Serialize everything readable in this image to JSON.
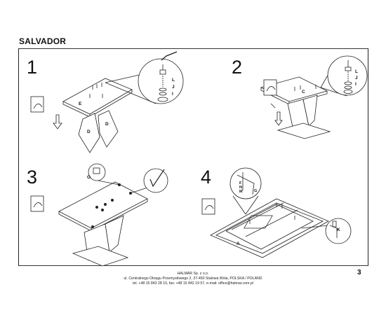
{
  "title": "SALVADOR",
  "steps": [
    {
      "number": "1",
      "labels": {
        "E": "E",
        "D1": "D",
        "D2": "D",
        "L": "L",
        "J": "J",
        "I": "I"
      }
    },
    {
      "number": "2",
      "labels": {
        "C": "C",
        "L": "L",
        "J": "J",
        "I": "I"
      }
    },
    {
      "number": "3",
      "labels": {
        "O": "O"
      }
    },
    {
      "number": "4",
      "labels": {
        "F": "F",
        "N": "N",
        "M": "M",
        "G": "G",
        "A": "A",
        "K": "K"
      }
    }
  ],
  "icons": [
    "hand-rotate-icon",
    "down-arrow-icon",
    "allen-key-icon"
  ],
  "footer": {
    "company": "HALMAR Sp. z o.o.",
    "address": "ul. Centralnego Okręgu Przemysłowego 2, 37-450 Stalowa Wola, POLSKA / POLAND",
    "contact": "tel. +48 15 843 28 10, fax: +48 15 842 19 57, e-mail: office@halmar.com.pl"
  },
  "page_number": "3"
}
